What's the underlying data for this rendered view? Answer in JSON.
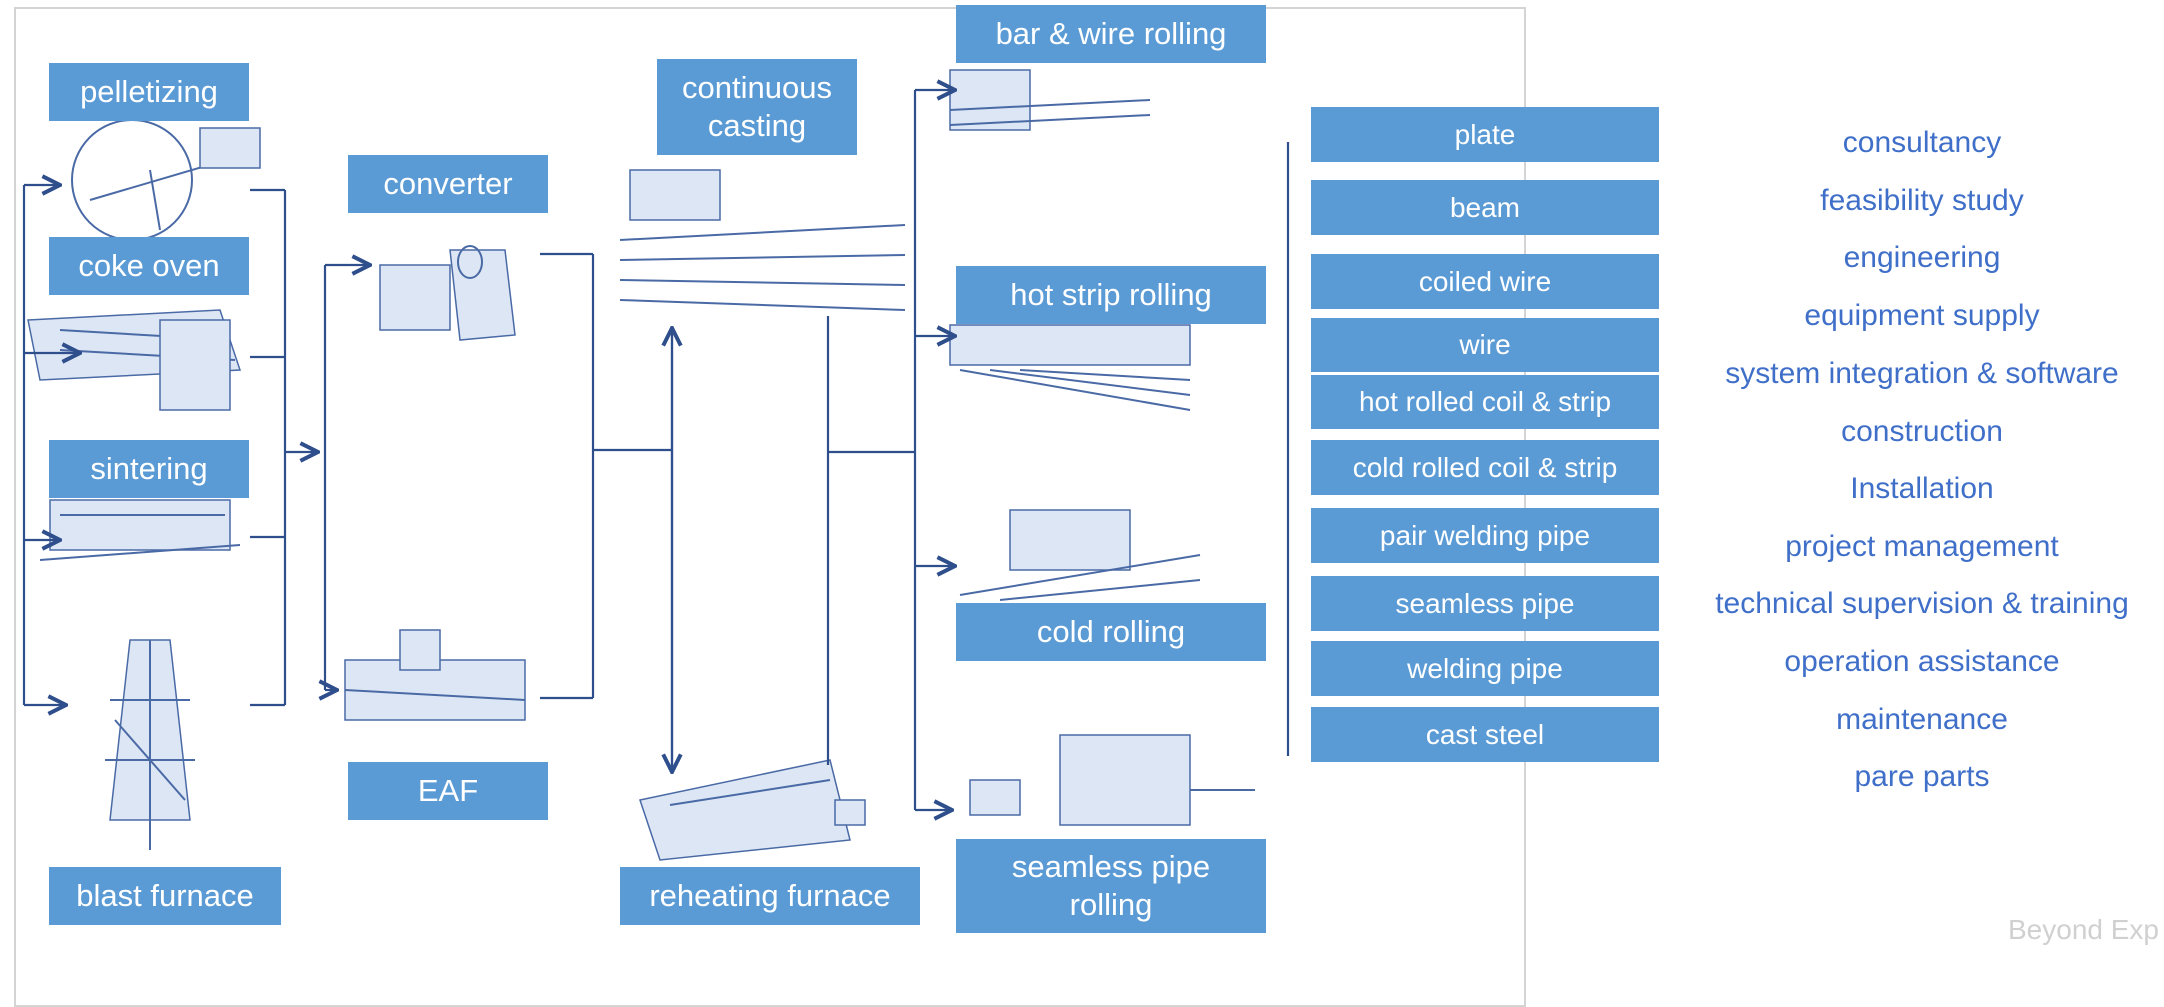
{
  "processes": {
    "pelletizing": "pelletizing",
    "coke_oven": "coke oven",
    "sintering": "sintering",
    "blast_furnace": "blast furnace",
    "converter": "converter",
    "eaf": "EAF",
    "continuous_casting": "continuous\ncasting",
    "reheating_furnace": "reheating furnace",
    "bar_wire_rolling": "bar & wire rolling",
    "hot_strip_rolling": "hot strip rolling",
    "cold_rolling": "cold rolling",
    "seamless_pipe_rolling": "seamless pipe\nrolling"
  },
  "products": [
    "plate",
    "beam",
    "coiled wire",
    "wire",
    "hot rolled coil & strip",
    "cold rolled coil & strip",
    "pair welding pipe",
    "seamless pipe",
    "welding pipe",
    "cast steel"
  ],
  "services": [
    "consultancy",
    "feasibility study",
    "engineering",
    "equipment supply",
    "system integration & software",
    "construction",
    "Installation",
    "project management",
    "technical supervision & training",
    "operation assistance",
    "maintenance",
    "pare parts"
  ],
  "footer": "Beyond Exp",
  "colors": {
    "box": "#5b9bd5",
    "service_text": "#3f6fc8",
    "connector": "#2f4e8c"
  }
}
